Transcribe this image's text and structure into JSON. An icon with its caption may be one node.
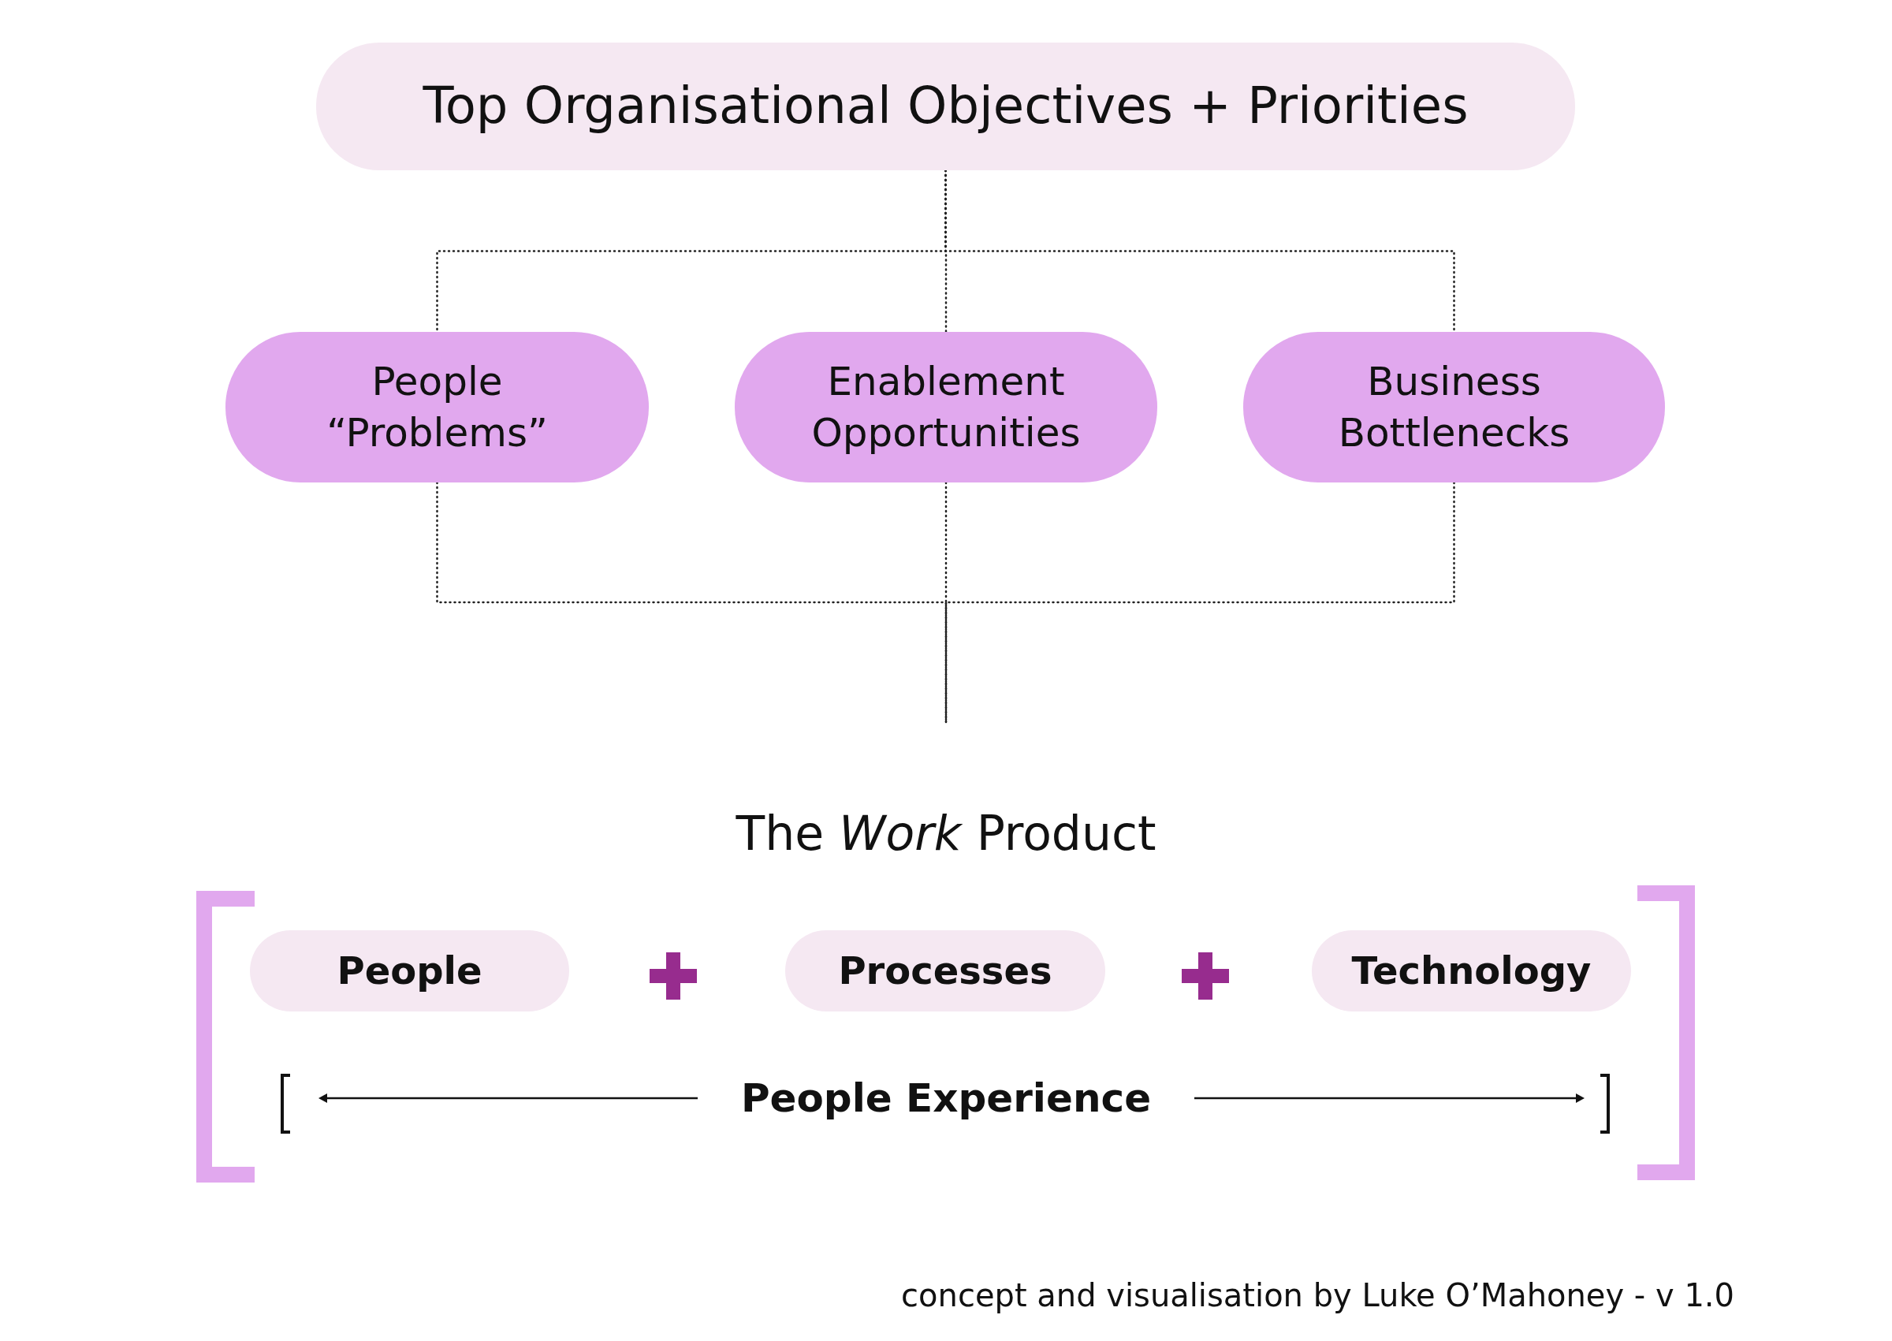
{
  "diagram": {
    "caption": "concept and visualisation by Luke O’Mahoney - v 1.0",
    "nodes": [
      {
        "text": [
          "Top Organisational Objectives + Priorities"
        ]
      },
      {
        "text": [
          "People “Problems”"
        ]
      },
      {
        "text": [
          "Enablement Opportunities"
        ]
      },
      {
        "text": [
          "Business Bottlenecks"
        ]
      },
      {
        "text": [
          "The  *Work* Product"
        ]
      },
      {
        "text": [
          "People"
        ]
      },
      {
        "text": [
          "Processes"
        ]
      },
      {
        "text": [
          "Technology"
        ]
      }
    ],
    "edges": [
      {
        "from": 0,
        "to": 1,
        "arrow": "none",
        "style": "dashed"
      },
      {
        "from": 0,
        "to": 2,
        "arrow": "none",
        "style": "dashed"
      },
      {
        "from": 0,
        "to": 3,
        "arrow": "none",
        "style": "dashed"
      },
      {
        "from": 1,
        "to": 4,
        "arrow": "none",
        "style": "dashed"
      },
      {
        "from": 2,
        "to": 4,
        "arrow": "none",
        "style": "dashed"
      },
      {
        "from": 3,
        "to": 4,
        "arrow": "none",
        "style": "dashed"
      }
    ],
    "labels": [
      "People Experience"
    ]
  }
}
